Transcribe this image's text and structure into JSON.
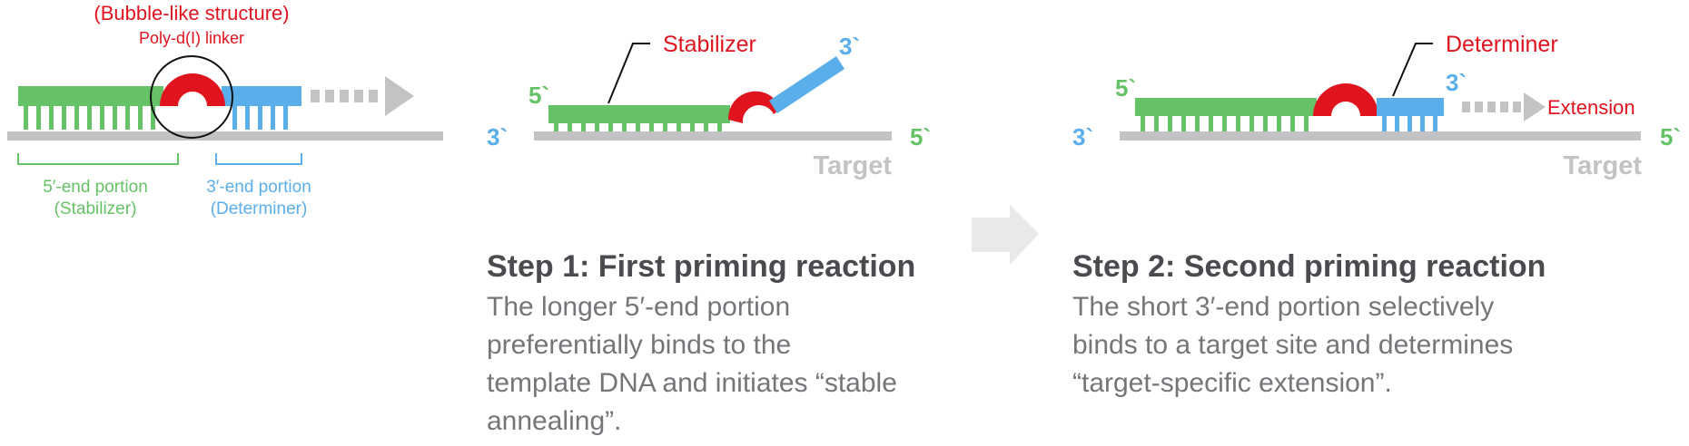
{
  "colors": {
    "green": "#66c266",
    "blue": "#5aaeea",
    "red": "#e0141e",
    "gray": "#c3c3c6",
    "text_dark": "#4a4a4f",
    "text_gray": "#75757a"
  },
  "overview": {
    "bubble_label": "(Bubble-like structure)",
    "linker_label": "Poly-d(I) linker",
    "stabilizer_portion": {
      "line1": "5′-end portion",
      "line2": "(Stabilizer)"
    },
    "determiner_portion": {
      "line1": "3′-end portion",
      "line2": "(Determiner)"
    }
  },
  "step1": {
    "primer_5_end": "5`",
    "primer_3_end": "3`",
    "template_3_end": "3`",
    "template_5_end": "5`",
    "stabilizer_label": "Stabilizer",
    "target_label": "Target",
    "title": "Step 1: First priming reaction",
    "body": [
      "The longer 5′-end portion",
      "preferentially binds to the",
      "template DNA and initiates “stable",
      "annealing”."
    ]
  },
  "step2": {
    "primer_5_end": "5`",
    "primer_3_end": "3`",
    "template_3_end": "3`",
    "template_5_end": "5`",
    "determiner_label": "Determiner",
    "extension_label": "Extension",
    "target_label": "Target",
    "title": "Step 2: Second priming reaction",
    "body": [
      "The short 3′-end portion selectively",
      "binds to a target site and determines",
      "“target-specific extension”."
    ]
  }
}
